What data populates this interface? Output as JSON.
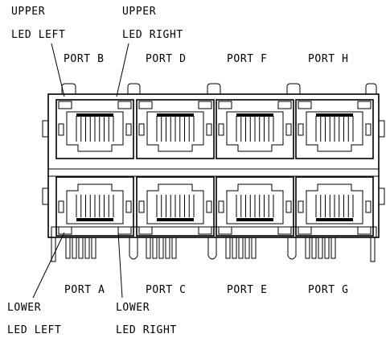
{
  "callouts": {
    "upper_led_left": [
      "UPPER",
      "LED LEFT"
    ],
    "upper_led_right": [
      "UPPER",
      "LED RIGHT"
    ],
    "lower_led_left": [
      "LOWER",
      "LED LEFT"
    ],
    "lower_led_right": [
      "LOWER",
      "LED RIGHT"
    ]
  },
  "ports_top": [
    "PORT B",
    "PORT D",
    "PORT F",
    "PORT H"
  ],
  "ports_bottom": [
    "PORT A",
    "PORT C",
    "PORT E",
    "PORT G"
  ]
}
